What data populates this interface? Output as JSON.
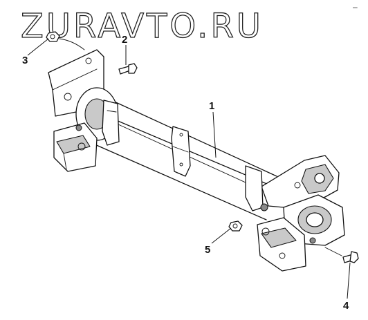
{
  "watermark": "ZURAVTO.RU",
  "corner_mark": "–",
  "callouts": [
    {
      "number": "1"
    },
    {
      "number": "2"
    },
    {
      "number": "3"
    },
    {
      "number": "4"
    },
    {
      "number": "5"
    }
  ]
}
